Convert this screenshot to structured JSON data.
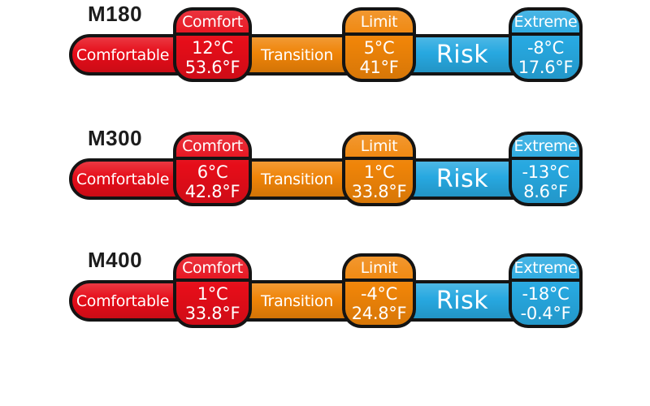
{
  "palette": {
    "comfortable_red": "#e60d19",
    "transition_orange": "#ef8408",
    "risk_blue": "#27a8e0",
    "outline_black": "#141414",
    "label_text": "#ffffff",
    "model_text": "#1c1c1c",
    "background": "#ffffff"
  },
  "rows": [
    {
      "model": "M180",
      "zones": {
        "comfortable": "Comfortable",
        "transition": "Transition",
        "risk": "Risk"
      },
      "badges": {
        "comfort": {
          "label": "Comfort",
          "celsius": "12°C",
          "fahrenheit": "53.6°F"
        },
        "limit": {
          "label": "Limit",
          "celsius": "5°C",
          "fahrenheit": "41°F"
        },
        "extreme": {
          "label": "Extreme",
          "celsius": "-8°C",
          "fahrenheit": "17.6°F"
        }
      }
    },
    {
      "model": "M300",
      "zones": {
        "comfortable": "Comfortable",
        "transition": "Transition",
        "risk": "Risk"
      },
      "badges": {
        "comfort": {
          "label": "Comfort",
          "celsius": "6°C",
          "fahrenheit": "42.8°F"
        },
        "limit": {
          "label": "Limit",
          "celsius": "1°C",
          "fahrenheit": "33.8°F"
        },
        "extreme": {
          "label": "Extreme",
          "celsius": "-13°C",
          "fahrenheit": "8.6°F"
        }
      }
    },
    {
      "model": "M400",
      "zones": {
        "comfortable": "Comfortable",
        "transition": "Transition",
        "risk": "Risk"
      },
      "badges": {
        "comfort": {
          "label": "Comfort",
          "celsius": "1°C",
          "fahrenheit": "33.8°F"
        },
        "limit": {
          "label": "Limit",
          "celsius": "-4°C",
          "fahrenheit": "24.8°F"
        },
        "extreme": {
          "label": "Extreme",
          "celsius": "-18°C",
          "fahrenheit": "-0.4°F"
        }
      }
    }
  ]
}
